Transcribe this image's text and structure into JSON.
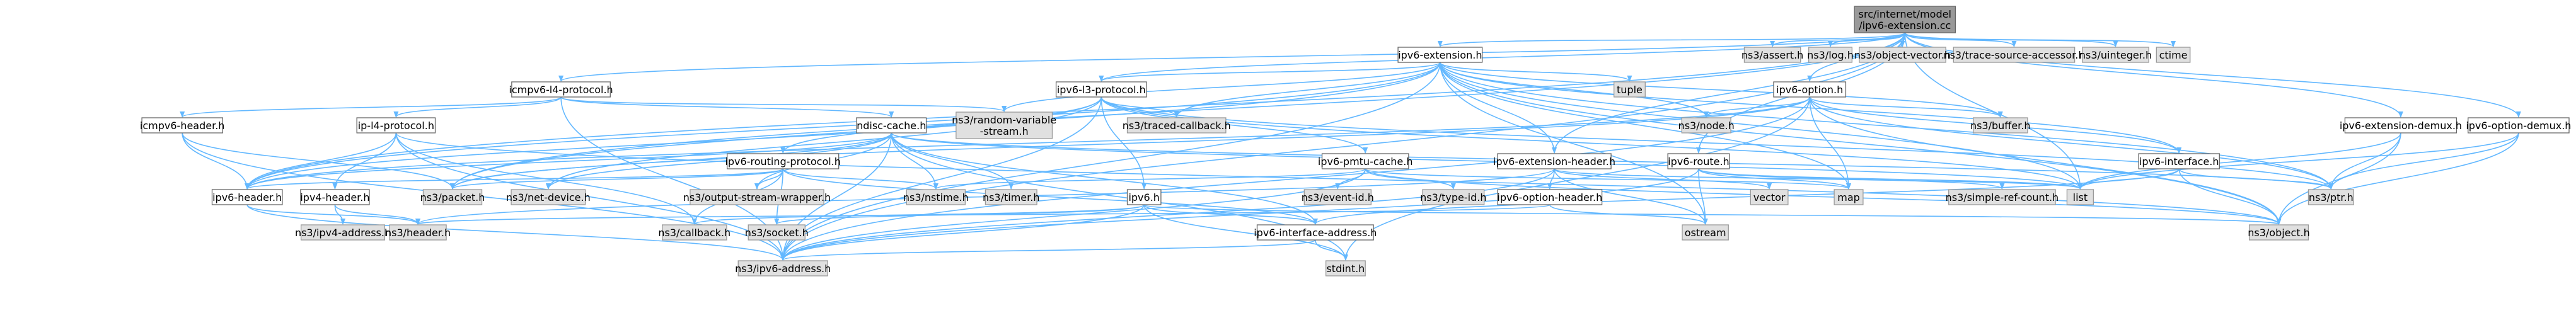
{
  "graph": {
    "title": "src/internet/model/ipv6-extension.cc",
    "colors": {
      "root_fill": "#999999",
      "node_fill": "#ffffff",
      "node_stroke": "#666666",
      "external_fill": "#e0e0e0",
      "external_stroke": "#999999",
      "edge": "#63b8ff"
    },
    "nodes": [
      {
        "id": "root",
        "lines": [
          "src/internet/model",
          "/ipv6-extension.cc"
        ],
        "kind": "root"
      },
      {
        "id": "ipv6-extension-h",
        "lines": [
          "ipv6-extension.h"
        ],
        "kind": "file"
      },
      {
        "id": "assert",
        "lines": [
          "ns3/assert.h"
        ],
        "kind": "external"
      },
      {
        "id": "log",
        "lines": [
          "ns3/log.h"
        ],
        "kind": "external"
      },
      {
        "id": "object-vector",
        "lines": [
          "ns3/object-vector.h"
        ],
        "kind": "external"
      },
      {
        "id": "trace-source-accessor",
        "lines": [
          "ns3/trace-source-accessor.h"
        ],
        "kind": "external"
      },
      {
        "id": "uinteger",
        "lines": [
          "ns3/uinteger.h"
        ],
        "kind": "external"
      },
      {
        "id": "ctime",
        "lines": [
          "ctime"
        ],
        "kind": "external"
      },
      {
        "id": "icmpv6-l4-protocol-h",
        "lines": [
          "icmpv6-l4-protocol.h"
        ],
        "kind": "file"
      },
      {
        "id": "ipv6-l3-protocol-h",
        "lines": [
          "ipv6-l3-protocol.h"
        ],
        "kind": "file"
      },
      {
        "id": "tuple",
        "lines": [
          "tuple"
        ],
        "kind": "external"
      },
      {
        "id": "ipv6-option-h",
        "lines": [
          "ipv6-option.h"
        ],
        "kind": "file"
      },
      {
        "id": "ipv6-extension-demux-h",
        "lines": [
          "ipv6-extension-demux.h"
        ],
        "kind": "file"
      },
      {
        "id": "ipv6-option-demux-h",
        "lines": [
          "ipv6-option-demux.h"
        ],
        "kind": "file"
      },
      {
        "id": "icmpv6-header-h",
        "lines": [
          "icmpv6-header.h"
        ],
        "kind": "file"
      },
      {
        "id": "ip-l4-protocol-h",
        "lines": [
          "ip-l4-protocol.h"
        ],
        "kind": "file"
      },
      {
        "id": "ndisc-cache-h",
        "lines": [
          "ndisc-cache.h"
        ],
        "kind": "file"
      },
      {
        "id": "random-variable-stream",
        "lines": [
          "ns3/random-variable",
          "-stream.h"
        ],
        "kind": "external"
      },
      {
        "id": "traced-callback",
        "lines": [
          "ns3/traced-callback.h"
        ],
        "kind": "external"
      },
      {
        "id": "node",
        "lines": [
          "ns3/node.h"
        ],
        "kind": "external"
      },
      {
        "id": "buffer",
        "lines": [
          "ns3/buffer.h"
        ],
        "kind": "external"
      },
      {
        "id": "ipv6-routing-protocol-h",
        "lines": [
          "ipv6-routing-protocol.h"
        ],
        "kind": "file"
      },
      {
        "id": "ipv6-pmtu-cache-h",
        "lines": [
          "ipv6-pmtu-cache.h"
        ],
        "kind": "file"
      },
      {
        "id": "ipv6-extension-header-h",
        "lines": [
          "ipv6-extension-header.h"
        ],
        "kind": "file"
      },
      {
        "id": "ipv6-route-h",
        "lines": [
          "ipv6-route.h"
        ],
        "kind": "file"
      },
      {
        "id": "ipv6-interface-h",
        "lines": [
          "ipv6-interface.h"
        ],
        "kind": "file"
      },
      {
        "id": "ipv6-header-h",
        "lines": [
          "ipv6-header.h"
        ],
        "kind": "file"
      },
      {
        "id": "ipv4-header-h",
        "lines": [
          "ipv4-header.h"
        ],
        "kind": "file"
      },
      {
        "id": "packet",
        "lines": [
          "ns3/packet.h"
        ],
        "kind": "external"
      },
      {
        "id": "net-device",
        "lines": [
          "ns3/net-device.h"
        ],
        "kind": "external"
      },
      {
        "id": "output-stream-wrapper",
        "lines": [
          "ns3/output-stream-wrapper.h"
        ],
        "kind": "external"
      },
      {
        "id": "nstime",
        "lines": [
          "ns3/nstime.h"
        ],
        "kind": "external"
      },
      {
        "id": "timer",
        "lines": [
          "ns3/timer.h"
        ],
        "kind": "external"
      },
      {
        "id": "ipv6-h",
        "lines": [
          "ipv6.h"
        ],
        "kind": "file"
      },
      {
        "id": "event-id",
        "lines": [
          "ns3/event-id.h"
        ],
        "kind": "external"
      },
      {
        "id": "type-id",
        "lines": [
          "ns3/type-id.h"
        ],
        "kind": "external"
      },
      {
        "id": "ipv6-option-header-h",
        "lines": [
          "ipv6-option-header.h"
        ],
        "kind": "file"
      },
      {
        "id": "vector",
        "lines": [
          "vector"
        ],
        "kind": "external"
      },
      {
        "id": "map",
        "lines": [
          "map"
        ],
        "kind": "external"
      },
      {
        "id": "simple-ref-count",
        "lines": [
          "ns3/simple-ref-count.h"
        ],
        "kind": "external"
      },
      {
        "id": "list",
        "lines": [
          "list"
        ],
        "kind": "external"
      },
      {
        "id": "ptr",
        "lines": [
          "ns3/ptr.h"
        ],
        "kind": "external"
      },
      {
        "id": "ipv4-address",
        "lines": [
          "ns3/ipv4-address.h"
        ],
        "kind": "external"
      },
      {
        "id": "header",
        "lines": [
          "ns3/header.h"
        ],
        "kind": "external"
      },
      {
        "id": "callback",
        "lines": [
          "ns3/callback.h"
        ],
        "kind": "external"
      },
      {
        "id": "socket",
        "lines": [
          "ns3/socket.h"
        ],
        "kind": "external"
      },
      {
        "id": "ipv6-interface-address-h",
        "lines": [
          "ipv6-interface-address.h"
        ],
        "kind": "file"
      },
      {
        "id": "ostream",
        "lines": [
          "ostream"
        ],
        "kind": "external"
      },
      {
        "id": "object",
        "lines": [
          "ns3/object.h"
        ],
        "kind": "external"
      },
      {
        "id": "stdint",
        "lines": [
          "stdint.h"
        ],
        "kind": "external"
      },
      {
        "id": "ipv6-address",
        "lines": [
          "ns3/ipv6-address.h"
        ],
        "kind": "external"
      }
    ],
    "edges": [
      [
        "root",
        "ipv6-extension-h"
      ],
      [
        "root",
        "assert"
      ],
      [
        "root",
        "log"
      ],
      [
        "root",
        "object-vector"
      ],
      [
        "root",
        "trace-source-accessor"
      ],
      [
        "root",
        "uinteger"
      ],
      [
        "root",
        "ctime"
      ],
      [
        "root",
        "icmpv6-l4-protocol-h"
      ],
      [
        "root",
        "ipv6-l3-protocol-h"
      ],
      [
        "root",
        "ipv6-option-h"
      ],
      [
        "root",
        "ipv6-extension-demux-h"
      ],
      [
        "root",
        "ipv6-option-demux-h"
      ],
      [
        "root",
        "ipv6-extension-header-h"
      ],
      [
        "root",
        "ipv6-route-h"
      ],
      [
        "root",
        "ipv6-header-h"
      ],
      [
        "root",
        "list"
      ],
      [
        "root",
        "ipv6-address"
      ],
      [
        "root",
        "packet"
      ],
      [
        "ipv6-extension-h",
        "ipv6-l3-protocol-h"
      ],
      [
        "ipv6-extension-h",
        "ipv6-extension-header-h"
      ],
      [
        "ipv6-extension-h",
        "ipv6-interface-h"
      ],
      [
        "ipv6-extension-h",
        "tuple"
      ],
      [
        "ipv6-extension-h",
        "node"
      ],
      [
        "ipv6-extension-h",
        "buffer"
      ],
      [
        "ipv6-extension-h",
        "ptr"
      ],
      [
        "ipv6-extension-h",
        "list"
      ],
      [
        "ipv6-extension-h",
        "map"
      ],
      [
        "ipv6-extension-h",
        "object"
      ],
      [
        "ipv6-extension-h",
        "traced-callback"
      ],
      [
        "ipv6-extension-h",
        "random-variable-stream"
      ],
      [
        "ipv6-extension-h",
        "ipv6-address"
      ],
      [
        "ipv6-extension-h",
        "ipv6-header-h"
      ],
      [
        "ipv6-extension-h",
        "packet"
      ],
      [
        "ipv6-extension-h",
        "ostream"
      ],
      [
        "icmpv6-l4-protocol-h",
        "icmpv6-header-h"
      ],
      [
        "icmpv6-l4-protocol-h",
        "ip-l4-protocol-h"
      ],
      [
        "icmpv6-l4-protocol-h",
        "ndisc-cache-h"
      ],
      [
        "icmpv6-l4-protocol-h",
        "random-variable-stream"
      ],
      [
        "icmpv6-l4-protocol-h",
        "ipv6-address"
      ],
      [
        "ipv6-l3-protocol-h",
        "ipv6-routing-protocol-h"
      ],
      [
        "ipv6-l3-protocol-h",
        "ipv6-pmtu-cache-h"
      ],
      [
        "ipv6-l3-protocol-h",
        "ipv6-h"
      ],
      [
        "ipv6-l3-protocol-h",
        "traced-callback"
      ],
      [
        "ipv6-l3-protocol-h",
        "net-device"
      ],
      [
        "ipv6-l3-protocol-h",
        "ipv6-header-h"
      ],
      [
        "ipv6-l3-protocol-h",
        "list"
      ],
      [
        "ipv6-l3-protocol-h",
        "ptr"
      ],
      [
        "ipv6-l3-protocol-h",
        "ipv6-address"
      ],
      [
        "ipv6-option-h",
        "ipv6-interface-h"
      ],
      [
        "ipv6-option-h",
        "node"
      ],
      [
        "ipv6-option-h",
        "buffer"
      ],
      [
        "ipv6-option-h",
        "ptr"
      ],
      [
        "ipv6-option-h",
        "map"
      ],
      [
        "ipv6-option-h",
        "object"
      ],
      [
        "ipv6-option-h",
        "packet"
      ],
      [
        "ipv6-option-h",
        "ipv6-address"
      ],
      [
        "ipv6-option-h",
        "stdint"
      ],
      [
        "ipv6-option-h",
        "ipv6-header-h"
      ],
      [
        "ipv6-extension-demux-h",
        "list"
      ],
      [
        "ipv6-extension-demux-h",
        "ptr"
      ],
      [
        "ipv6-extension-demux-h",
        "object"
      ],
      [
        "ipv6-option-demux-h",
        "list"
      ],
      [
        "ipv6-option-demux-h",
        "ptr"
      ],
      [
        "ipv6-option-demux-h",
        "object"
      ],
      [
        "icmpv6-header-h",
        "ipv6-header-h"
      ],
      [
        "icmpv6-header-h",
        "ipv6-address"
      ],
      [
        "icmpv6-header-h",
        "packet"
      ],
      [
        "ip-l4-protocol-h",
        "ipv6-header-h"
      ],
      [
        "ip-l4-protocol-h",
        "ipv4-header-h"
      ],
      [
        "ip-l4-protocol-h",
        "object"
      ],
      [
        "ip-l4-protocol-h",
        "callback"
      ],
      [
        "ip-l4-protocol-h",
        "ipv6-address"
      ],
      [
        "ndisc-cache-h",
        "nstime"
      ],
      [
        "ndisc-cache-h",
        "timer"
      ],
      [
        "ndisc-cache-h",
        "ipv6-address"
      ],
      [
        "ndisc-cache-h",
        "net-device"
      ],
      [
        "ndisc-cache-h",
        "output-stream-wrapper"
      ],
      [
        "ndisc-cache-h",
        "ptr"
      ],
      [
        "ndisc-cache-h",
        "list"
      ],
      [
        "ndisc-cache-h",
        "stdint"
      ],
      [
        "ndisc-cache-h",
        "ipv6-interface-address-h"
      ],
      [
        "ndisc-cache-h",
        "packet"
      ],
      [
        "ndisc-cache-h",
        "ipv6-header-h"
      ],
      [
        "ipv6-routing-protocol-h",
        "ipv6-header-h"
      ],
      [
        "ipv6-routing-protocol-h",
        "packet"
      ],
      [
        "ipv6-routing-protocol-h",
        "output-stream-wrapper"
      ],
      [
        "ipv6-routing-protocol-h",
        "nstime"
      ],
      [
        "ipv6-routing-protocol-h",
        "callback"
      ],
      [
        "ipv6-routing-protocol-h",
        "socket"
      ],
      [
        "ipv6-routing-protocol-h",
        "ipv6-interface-address-h"
      ],
      [
        "ipv6-pmtu-cache-h",
        "event-id"
      ],
      [
        "ipv6-pmtu-cache-h",
        "nstime"
      ],
      [
        "ipv6-pmtu-cache-h",
        "type-id"
      ],
      [
        "ipv6-pmtu-cache-h",
        "map"
      ],
      [
        "ipv6-pmtu-cache-h",
        "object"
      ],
      [
        "ipv6-pmtu-cache-h",
        "ipv6-address"
      ],
      [
        "ipv6-extension-header-h",
        "ipv6-option-header-h"
      ],
      [
        "ipv6-extension-header-h",
        "vector"
      ],
      [
        "ipv6-extension-header-h",
        "list"
      ],
      [
        "ipv6-extension-header-h",
        "ostream"
      ],
      [
        "ipv6-extension-header-h",
        "header"
      ],
      [
        "ipv6-extension-header-h",
        "ipv6-address"
      ],
      [
        "ipv6-route-h",
        "list"
      ],
      [
        "ipv6-route-h",
        "map"
      ],
      [
        "ipv6-route-h",
        "ostream"
      ],
      [
        "ipv6-route-h",
        "simple-ref-count"
      ],
      [
        "ipv6-route-h",
        "ipv6-address"
      ],
      [
        "ipv6-interface-h",
        "list"
      ],
      [
        "ipv6-interface-h",
        "ptr"
      ],
      [
        "ipv6-interface-h",
        "object"
      ],
      [
        "ipv6-interface-h",
        "ipv6-interface-address-h"
      ],
      [
        "ipv6-header-h",
        "header"
      ],
      [
        "ipv6-header-h",
        "ipv6-address"
      ],
      [
        "ipv4-header-h",
        "header"
      ],
      [
        "ipv4-header-h",
        "ipv4-address"
      ],
      [
        "ipv6-h",
        "ipv6-interface-address-h"
      ],
      [
        "ipv6-h",
        "callback"
      ],
      [
        "ipv6-h",
        "socket"
      ],
      [
        "ipv6-h",
        "object"
      ],
      [
        "ipv6-h",
        "ipv6-address"
      ],
      [
        "ipv6-h",
        "stdint"
      ],
      [
        "ipv6-option-header-h",
        "header"
      ],
      [
        "ipv6-option-header-h",
        "ostream"
      ],
      [
        "ipv6-interface-address-h",
        "ipv6-address"
      ],
      [
        "ipv6-interface-address-h",
        "stdint"
      ]
    ]
  }
}
